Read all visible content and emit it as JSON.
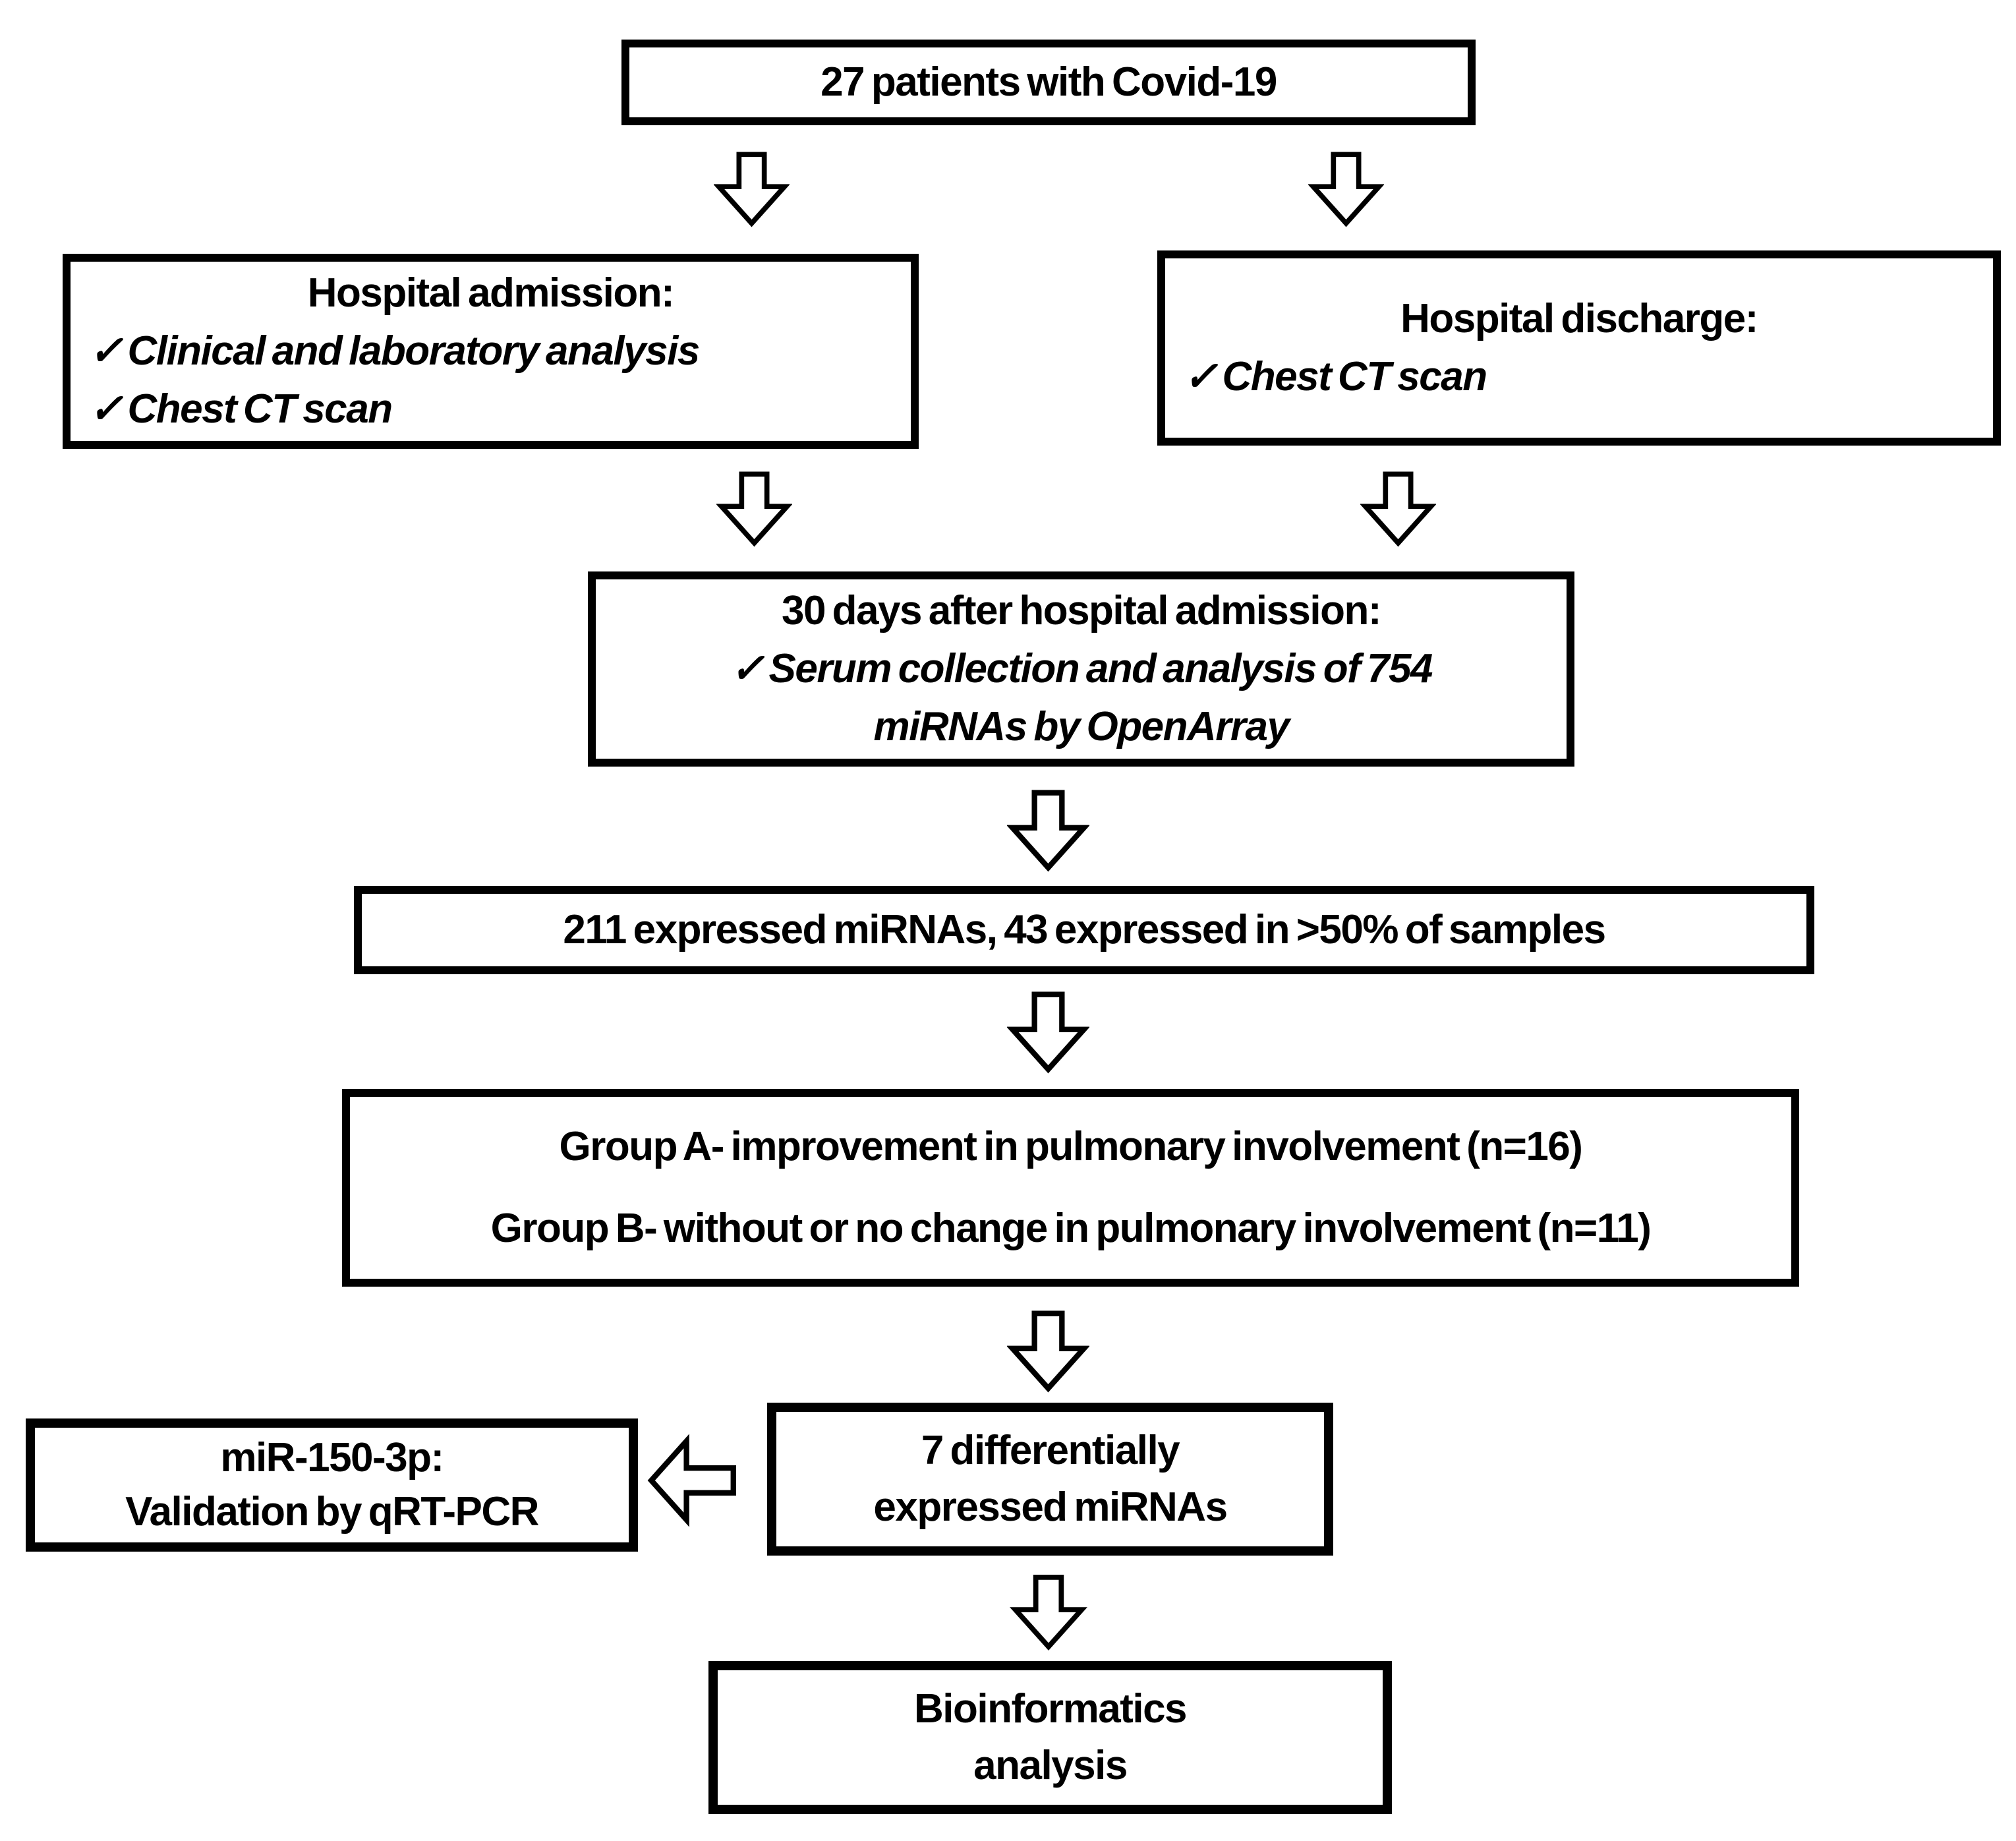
{
  "diagram": {
    "checkmark": "✓",
    "colors": {
      "border": "#000000",
      "background": "#ffffff",
      "text": "#000000"
    },
    "boxes": {
      "patients": {
        "text": "27 patients with Covid-19"
      },
      "admission": {
        "title": "Hospital admission:",
        "checks": [
          "Clinical and laboratory analysis",
          "Chest CT scan"
        ]
      },
      "discharge": {
        "title": "Hospital discharge:",
        "checks": [
          "Chest CT scan"
        ]
      },
      "day30": {
        "title": "30 days after hospital admission:",
        "check_line": "Serum collection and analysis of 754",
        "continuation": "miRNAs by OpenArray"
      },
      "expressed": {
        "text": "211 expressed miRNAs, 43 expressed in >50% of samples"
      },
      "groups": {
        "lines": [
          "Group A- improvement in pulmonary involvement (n=16)",
          "Group B- without or no change in pulmonary involvement (n=11)"
        ]
      },
      "validation": {
        "lines": [
          "miR-150-3p:",
          "Validation by qRT-PCR"
        ]
      },
      "differential": {
        "lines": [
          "7 differentially",
          "expressed miRNAs"
        ]
      },
      "bioinformatics": {
        "lines": [
          "Bioinformatics",
          "analysis"
        ]
      }
    }
  }
}
